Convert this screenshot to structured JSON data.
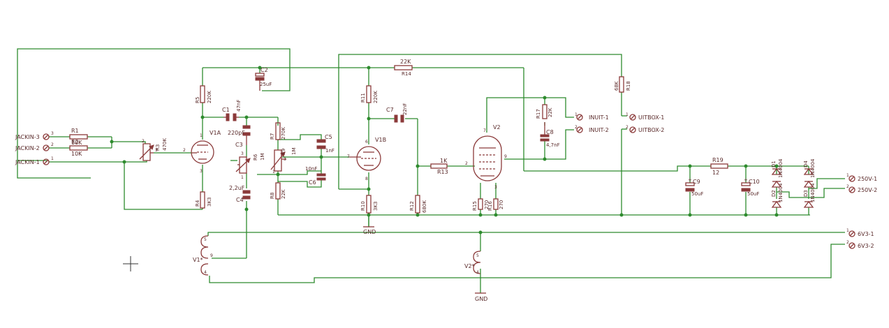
{
  "connectors": {
    "jackin_3": "JACKIN-3",
    "jackin_2": "JACKIN-2",
    "jackin_1": "JACKIN-1",
    "inuit_1": "INUIT-1",
    "inuit_2": "INUIT-2",
    "uitbox_1": "UITBOX-1",
    "uitbox_2": "UITBOX-2",
    "v250_1": "250V-1",
    "v250_2": "250V-2",
    "v63_1": "6V3-1",
    "v63_2": "6V3-2"
  },
  "resistors": {
    "r1_name": "R1",
    "r1_value": "10K",
    "r2_name": "R2",
    "r2_value": "10K",
    "r3_name": "R3",
    "r3_value": "470K",
    "r4_name": "R4",
    "r4_value": "3K3",
    "r5_name": "R5",
    "r5_value": "220K",
    "r6_name": "R6",
    "r6_value": "1M",
    "r7_name": "R7",
    "r7_value": "270K",
    "r8_name": "R8",
    "r8_value": "22K",
    "r9_name": "R9",
    "r9_value": "1M",
    "r10_name": "R10",
    "r10_value": "3K3",
    "r11_name": "R11",
    "r11_value": "220K",
    "r12_name": "R12",
    "r12_value": "680K",
    "r13_name": "R13",
    "r13_value": "1K",
    "r14_name": "R14",
    "r14_value": "22K",
    "r15_name": "R15",
    "r15_value": "270",
    "r16_name": "R16",
    "r16_value": "270",
    "r17_name": "R17",
    "r17_value": "22K",
    "r18_name": "R18",
    "r18_value": "68K",
    "r19_name": "R19",
    "r19_value": "12"
  },
  "capacitors": {
    "c1_name": "C1",
    "c1_value": "47nF",
    "c2_name": "C2",
    "c2_value": "25uF",
    "c3_name": "C3",
    "c3_value": "220pF",
    "c4_name": "C4",
    "c4_value": "2,2uF",
    "c5_name": "C5",
    "c5_value": "1nF",
    "c6_name": "C6",
    "c6_value": "10nF",
    "c7_name": "C7",
    "c7_value": "22nF",
    "c8_name": "C8",
    "c8_value": "4,7nF",
    "c9_name": "C9",
    "c9_value": "50uF",
    "c10_name": "C10",
    "c10_value": "50uF"
  },
  "diodes": {
    "d1_name": "D1",
    "d1_value": "1N4004",
    "d2_name": "D2",
    "d2_value": "1N4004",
    "d3_name": "D3",
    "d3_value": "1N4004",
    "d4_name": "D4",
    "d4_value": "1N4004"
  },
  "tubes": {
    "v1a": "V1A",
    "v1b": "V1B",
    "v2": "V2",
    "v1h": "V1*",
    "v2h": "V2*"
  },
  "nets": {
    "gnd_1": "GND",
    "gnd_2": "GND"
  },
  "colors": {
    "wire": "#2e8b2e",
    "part": "#8b3a3a",
    "background": "#ffffff"
  }
}
